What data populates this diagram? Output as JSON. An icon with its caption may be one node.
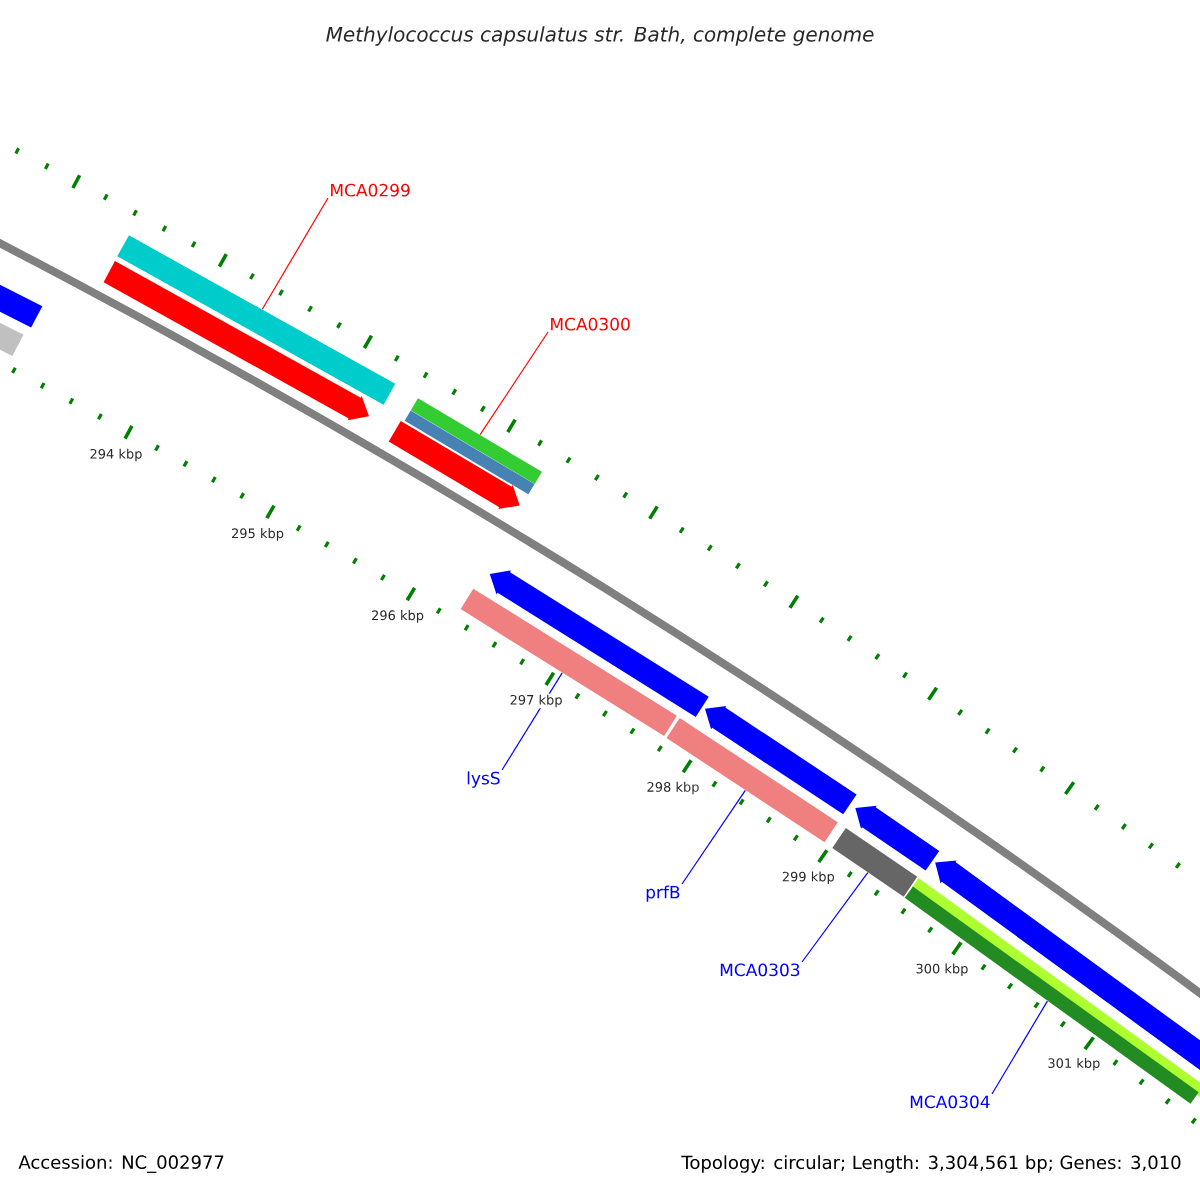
{
  "diagram": {
    "title": "Methylococcus capsulatus str. Bath, complete genome",
    "nodes": [
      {
        "text": [
          "MCA0299"
        ]
      },
      {
        "text": [
          "MCA0300"
        ]
      },
      {
        "text": [
          "lysS"
        ]
      },
      {
        "text": [
          "prfB"
        ]
      },
      {
        "text": [
          "MCA0303"
        ]
      },
      {
        "text": [
          "MCA0304"
        ]
      },
      {
        "text": [],
        "shape": "bar"
      },
      {
        "text": [],
        "shape": "bar"
      },
      {
        "text": [],
        "shape": "bar"
      },
      {
        "text": [],
        "shape": "bar"
      },
      {
        "text": [],
        "shape": "bar"
      },
      {
        "text": [],
        "shape": "bar"
      }
    ],
    "edges": [
      {
        "from": 0,
        "to": 6,
        "arrow": "none",
        "color": "#ff0000"
      },
      {
        "from": 1,
        "to": 7,
        "arrow": "none",
        "color": "#ff0000"
      },
      {
        "from": 2,
        "to": 8,
        "arrow": "none"
      },
      {
        "from": 3,
        "to": 9,
        "arrow": "none"
      },
      {
        "from": 4,
        "to": 10,
        "arrow": "none"
      },
      {
        "from": 5,
        "to": 11,
        "arrow": "none"
      }
    ],
    "labels": [
      "294 kbp",
      "295 kbp",
      "296 kbp",
      "297 kbp",
      "298 kbp",
      "299 kbp",
      "300 kbp",
      "301 kbp",
      "Accession: NC_002977",
      "Topology: circular; Length: 3,304,561 bp; Genes: 3,010"
    ]
  }
}
